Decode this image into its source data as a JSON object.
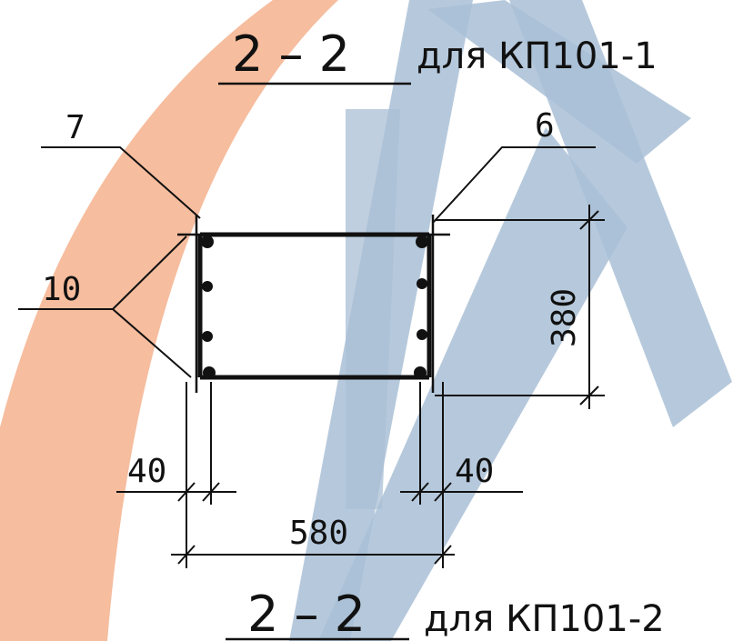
{
  "watermark": {
    "arc_color": "#f5b693",
    "shape_color": "#a9bfd6"
  },
  "section_top": {
    "mark": "2 – 2",
    "suffix": "для КП101-1"
  },
  "section_bottom": {
    "mark": "2 – 2",
    "suffix": "для КП101-2"
  },
  "callouts": {
    "left_top": "7",
    "right_top": "6",
    "left_mid": "10"
  },
  "dimensions": {
    "height": "380",
    "cover_left": "40",
    "cover_right": "40",
    "width": "580"
  }
}
